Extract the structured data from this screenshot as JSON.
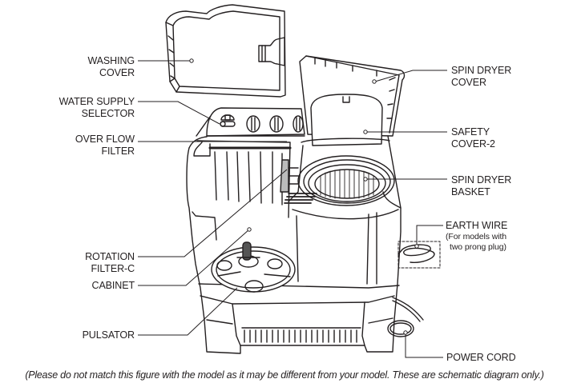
{
  "diagram": {
    "subject": "Twin tub washing machine",
    "labels_left": [
      {
        "id": "washing-cover",
        "lines": [
          "WASHING",
          "COVER"
        ]
      },
      {
        "id": "water-supply-selector",
        "lines": [
          "WATER SUPPLY",
          "SELECTOR"
        ]
      },
      {
        "id": "over-flow-filter",
        "lines": [
          "OVER FLOW",
          "FILTER"
        ]
      },
      {
        "id": "rotation-filter-c",
        "lines": [
          "ROTATION",
          "FILTER-C"
        ]
      },
      {
        "id": "cabinet",
        "lines": [
          "CABINET"
        ]
      },
      {
        "id": "pulsator",
        "lines": [
          "PULSATOR"
        ]
      }
    ],
    "labels_right": [
      {
        "id": "spin-dryer-cover",
        "lines": [
          "SPIN DRYER",
          "COVER"
        ]
      },
      {
        "id": "safety-cover-2",
        "lines": [
          "SAFETY",
          "COVER-2"
        ]
      },
      {
        "id": "spin-dryer-basket",
        "lines": [
          "SPIN DRYER",
          "BASKET"
        ]
      },
      {
        "id": "earth-wire",
        "lines": [
          "EARTH WIRE"
        ],
        "note": [
          "(For models with",
          "two prong plug)"
        ]
      },
      {
        "id": "power-cord",
        "lines": [
          "POWER CORD"
        ]
      }
    ],
    "caption": "(Please do not match this figure with the model as it may be different from your model. These are schematic diagram only.)"
  }
}
